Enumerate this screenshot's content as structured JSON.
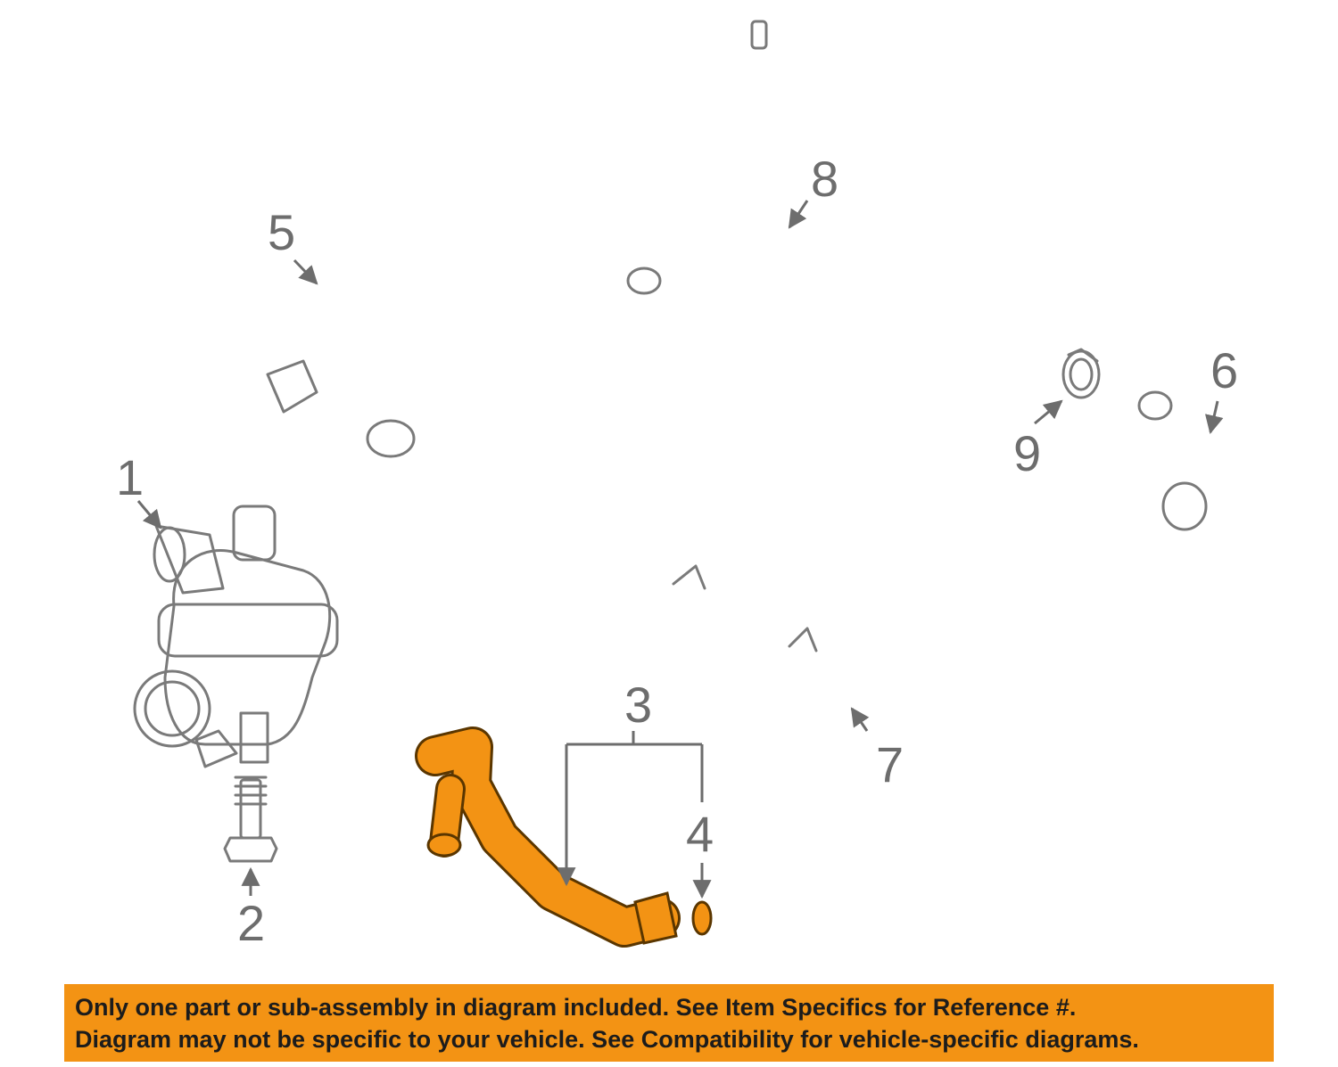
{
  "colors": {
    "highlight": "#f39314",
    "outline": "#7a7a7a",
    "callout_text": "#6d6d6d",
    "banner_text": "#1c1c1c"
  },
  "callouts": {
    "c1": "1",
    "c2": "2",
    "c3": "3",
    "c4": "4",
    "c5": "5",
    "c6": "6",
    "c7": "7",
    "c8": "8",
    "c9": "9"
  },
  "notice": {
    "line1": "Only one part or sub-assembly in diagram included. See Item Specifics for Reference #.",
    "line2": "Diagram may not be specific to your vehicle. See Compatibility for vehicle-specific diagrams."
  }
}
